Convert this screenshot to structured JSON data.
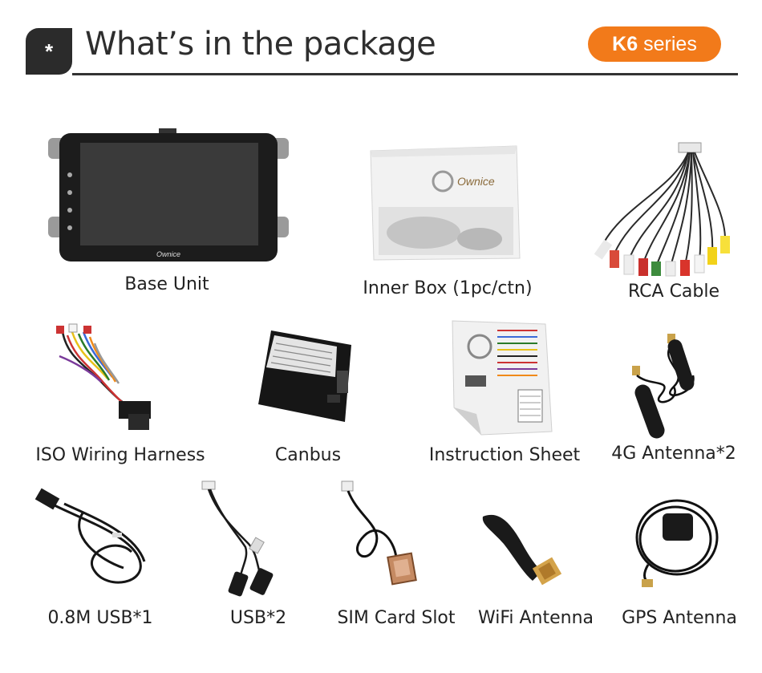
{
  "header": {
    "badge_symbol": "*",
    "title": "What’s in the package",
    "series_bold": "K6",
    "series_text": "series",
    "accent_color": "#f27a1a"
  },
  "items": [
    {
      "label": "Base Unit",
      "icon": "car-stereo-icon",
      "brand": "Ownice"
    },
    {
      "label": "Inner Box (1pc/ctn)",
      "icon": "box-icon",
      "brand": "Ownice"
    },
    {
      "label": "RCA Cable",
      "icon": "rca-cable-icon"
    },
    {
      "label": "ISO Wiring Harness",
      "icon": "wiring-harness-icon"
    },
    {
      "label": "Canbus",
      "icon": "canbus-module-icon"
    },
    {
      "label": "Instruction Sheet",
      "icon": "instruction-sheet-icon"
    },
    {
      "label": "4G Antenna*2",
      "icon": "4g-antenna-icon"
    },
    {
      "label": "0.8M USB*1",
      "icon": "usb-cable-icon"
    },
    {
      "label": "USB*2",
      "icon": "dual-usb-cable-icon"
    },
    {
      "label": "SIM Card Slot",
      "icon": "sim-slot-cable-icon"
    },
    {
      "label": "WiFi Antenna",
      "icon": "wifi-antenna-icon"
    },
    {
      "label": "GPS Antenna",
      "icon": "gps-antenna-icon"
    }
  ]
}
